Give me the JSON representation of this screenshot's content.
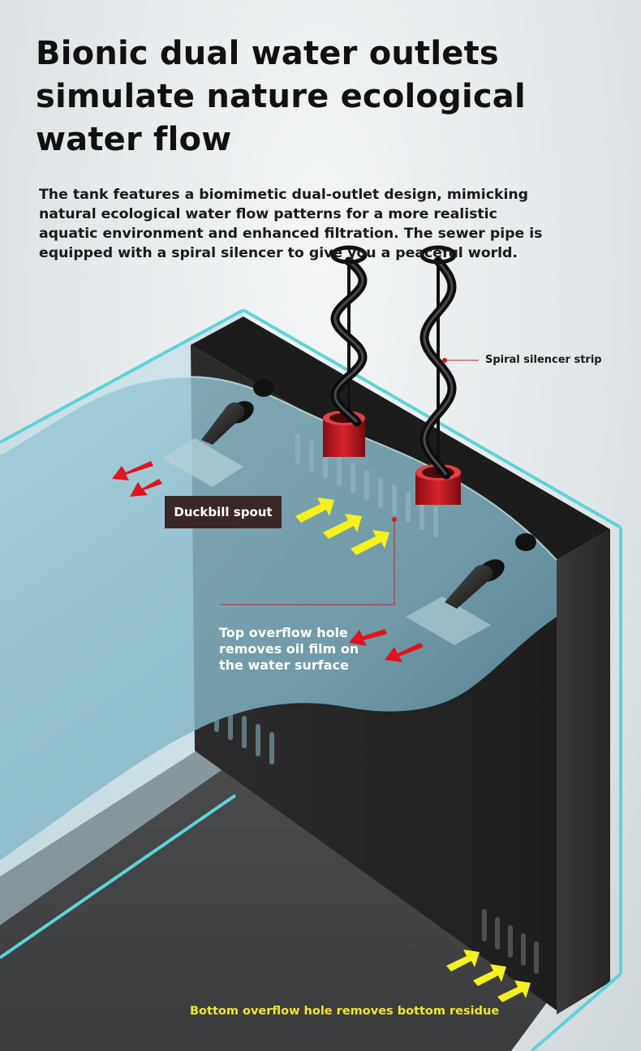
{
  "headline": {
    "lines": [
      "Bionic dual water outlets",
      "simulate nature ecological",
      "water flow"
    ]
  },
  "description": {
    "lines": [
      "The tank features a biomimetic dual-outlet design, mimicking",
      "natural ecological water flow patterns for a more realistic",
      "aquatic environment and enhanced filtration. The sewer pipe is",
      "equipped with a spiral silencer to give you a peaceful world."
    ]
  },
  "callouts": {
    "spiral_silencer": "Spiral silencer strip",
    "duckbill_spout": "Duckbill spout",
    "top_overflow": [
      "Top overflow hole",
      "removes oil film on",
      "the water surface"
    ],
    "bottom_overflow": "Bottom overflow hole removes bottom residue"
  },
  "colors": {
    "glass_edge": "#5fd3d6",
    "water": "#7fb6c6",
    "sump_box": "#2a2a2a",
    "inflow_arrow": "#f5f01e",
    "outflow_arrow": "#e0141e",
    "pipe_red": "#c8141c",
    "label_bg": "#3a2727",
    "bottom_text": "#f2e626"
  },
  "icons": [
    "spiral-silencer-icon",
    "duckbill-spout-icon",
    "inflow-arrow-icon",
    "outflow-arrow-icon",
    "overflow-slot-icon"
  ]
}
